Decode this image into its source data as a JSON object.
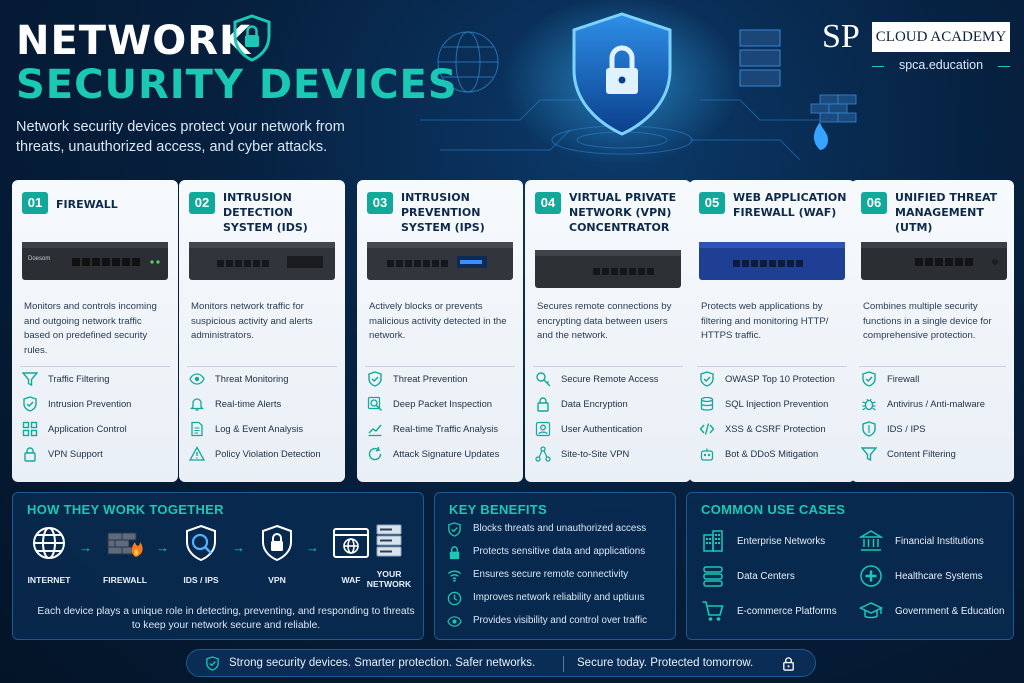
{
  "header": {
    "title_line1": "NETWORK",
    "title_line2": "SECURITY DEVICES",
    "subtitle": "Network security devices protect your network from threats, unauthorized access, and cyber attacks."
  },
  "logo": {
    "monogram": "SP",
    "name": "CLOUD ACADEMY",
    "url": "spca.education"
  },
  "colors": {
    "accent": "#19c9b4",
    "number_badge": "#12a89a",
    "background": "#06203f",
    "card": "#f4f7fb"
  },
  "cards": [
    {
      "number": "01",
      "title": "FIREWALL",
      "device_brand": "Doesom",
      "description": "Monitors and controls incoming and outgoing network traffic based on predefined security rules.",
      "features": [
        {
          "icon": "funnel-icon",
          "label": "Traffic Filtering"
        },
        {
          "icon": "shield-check-icon",
          "label": "Intrusion Prevention"
        },
        {
          "icon": "grid-icon",
          "label": "Application Control"
        },
        {
          "icon": "lock-icon",
          "label": "VPN Support"
        }
      ]
    },
    {
      "number": "02",
      "title": "INTRUSION DETECTION SYSTEM (IDS)",
      "description": "Monitors network traffic for suspicious activity and alerts administrators.",
      "features": [
        {
          "icon": "eye-icon",
          "label": "Threat Monitoring"
        },
        {
          "icon": "bell-icon",
          "label": "Real-time Alerts"
        },
        {
          "icon": "document-icon",
          "label": "Log & Event Analysis"
        },
        {
          "icon": "warning-icon",
          "label": "Policy Violation Detection"
        }
      ]
    },
    {
      "number": "03",
      "title": "INTRUSION PREVENTION SYSTEM (IPS)",
      "description": "Actively blocks or prevents malicious activity detected in the network.",
      "features": [
        {
          "icon": "shield-check-icon",
          "label": "Threat Prevention"
        },
        {
          "icon": "search-icon",
          "label": "Deep Packet Inspection"
        },
        {
          "icon": "chart-icon",
          "label": "Real-time Traffic Analysis"
        },
        {
          "icon": "refresh-icon",
          "label": "Attack Signature Updates"
        }
      ]
    },
    {
      "number": "04",
      "title": "VIRTUAL PRIVATE NETWORK (VPN) CONCENTRATOR",
      "description": "Secures remote connections by encrypting data between users and the network.",
      "features": [
        {
          "icon": "key-icon",
          "label": "Secure Remote Access"
        },
        {
          "icon": "lock-icon",
          "label": "Data Encryption"
        },
        {
          "icon": "user-icon",
          "label": "User Authentication"
        },
        {
          "icon": "network-icon",
          "label": "Site-to-Site VPN"
        }
      ]
    },
    {
      "number": "05",
      "title": "WEB APPLICATION FIREWALL (WAF)",
      "description": "Protects web applications by filtering and monitoring HTTP/ HTTPS traffic.",
      "features": [
        {
          "icon": "shield-check-icon",
          "label": "OWASP Top 10 Protection"
        },
        {
          "icon": "database-icon",
          "label": "SQL Injection Prevention"
        },
        {
          "icon": "code-icon",
          "label": "XSS & CSRF Protection"
        },
        {
          "icon": "bot-icon",
          "label": "Bot & DDoS Mitigation"
        }
      ]
    },
    {
      "number": "06",
      "title": "UNIFIED THREAT MANAGEMENT (UTM)",
      "description": "Combines multiple security functions in a single device for comprehensive protection.",
      "features": [
        {
          "icon": "shield-check-icon",
          "label": "Firewall"
        },
        {
          "icon": "bug-icon",
          "label": "Antivirus / Anti-malware"
        },
        {
          "icon": "shield-icon",
          "label": "IDS / IPS"
        },
        {
          "icon": "funnel-icon",
          "label": "Content Filtering"
        }
      ]
    }
  ],
  "how_they_work": {
    "title": "HOW THEY WORK TOGETHER",
    "steps": [
      {
        "icon": "globe-icon",
        "label": "INTERNET"
      },
      {
        "icon": "firewall-icon",
        "label": "FIREWALL"
      },
      {
        "icon": "ids-ips-icon",
        "label": "IDS / IPS"
      },
      {
        "icon": "vpn-shield-icon",
        "label": "VPN"
      },
      {
        "icon": "waf-browser-icon",
        "label": "WAF"
      },
      {
        "icon": "server-icon",
        "label": "YOUR NETWORK"
      }
    ],
    "note": "Each device plays a unique role in detecting, preventing, and responding to threats to keep your network secure and reliable."
  },
  "key_benefits": {
    "title": "KEY BENEFITS",
    "items": [
      {
        "icon": "shield-check-icon",
        "label": "Blocks threats and unauthorized access"
      },
      {
        "icon": "lock-icon",
        "label": "Protects sensitive data and applications"
      },
      {
        "icon": "wifi-icon",
        "label": "Ensures secure remote connectivity"
      },
      {
        "icon": "clock-icon",
        "label": "Improves network reliability and uptiuııs"
      },
      {
        "icon": "eye-icon",
        "label": "Provides visibility and control over traffic"
      }
    ]
  },
  "use_cases": {
    "title": "COMMON USE CASES",
    "items": [
      {
        "icon": "buildings-icon",
        "label": "Enterprise Networks"
      },
      {
        "icon": "bank-icon",
        "label": "Financial Institutions"
      },
      {
        "icon": "database-icon",
        "label": "Data Centers"
      },
      {
        "icon": "medical-icon",
        "label": "Healthcare Systems"
      },
      {
        "icon": "cart-icon",
        "label": "E-commerce Platforms"
      },
      {
        "icon": "graduation-cap-icon",
        "label": "Government & Education"
      }
    ]
  },
  "footer": {
    "left": "Strong security devices. Smarter protection. Safer networks.",
    "right": "Secure today. Protected tomorrow."
  }
}
